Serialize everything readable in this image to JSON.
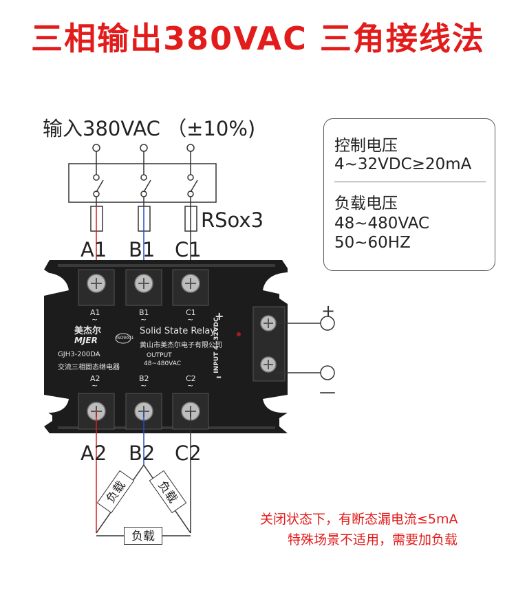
{
  "title": "三相输出380VAC 三角接线法",
  "input_label": "输入380VAC （±10%)",
  "fuse_label": "RSox3",
  "terminals_top": [
    "A1",
    "B1",
    "C1"
  ],
  "terminals_bottom": [
    "A2",
    "B2",
    "C2"
  ],
  "spec_box": {
    "control_label": "控制电压",
    "control_value": "4~32VDC≥20mA",
    "load_label": "负载电压",
    "load_value_1": "48~480VAC",
    "load_value_2": "50~60HZ"
  },
  "relay": {
    "brand_cn": "美杰尔",
    "brand_en": "MJER",
    "cert": "ISO9001",
    "product_name": "Solid State Relay",
    "company": "黄山市美杰尔电子有限公司",
    "model": "GJH3-200DA",
    "model_desc": "交流三相固态继电器",
    "output_label": "OUTPUT",
    "output_range": "48~480VAC",
    "input_side": "INPUT 4~32VDC",
    "terminal_top_labels": [
      "A1",
      "B1",
      "C1"
    ],
    "terminal_bottom_labels": [
      "A2",
      "B2",
      "C2"
    ],
    "tilde": "~",
    "plus": "+",
    "minus": "–"
  },
  "control_terminals": {
    "plus": "+",
    "minus": "—"
  },
  "load_label": "负载",
  "notes": [
    "关闭状态下，有断态漏电流≤5mA",
    "特殊场景不适用，需要加负载"
  ],
  "colors": {
    "title": "#e21b1b",
    "note": "#e21b1b",
    "wire_a": "#d42020",
    "wire_b": "#2050c0",
    "wire_c": "#333333",
    "relay_body": "#1c1c1c"
  }
}
